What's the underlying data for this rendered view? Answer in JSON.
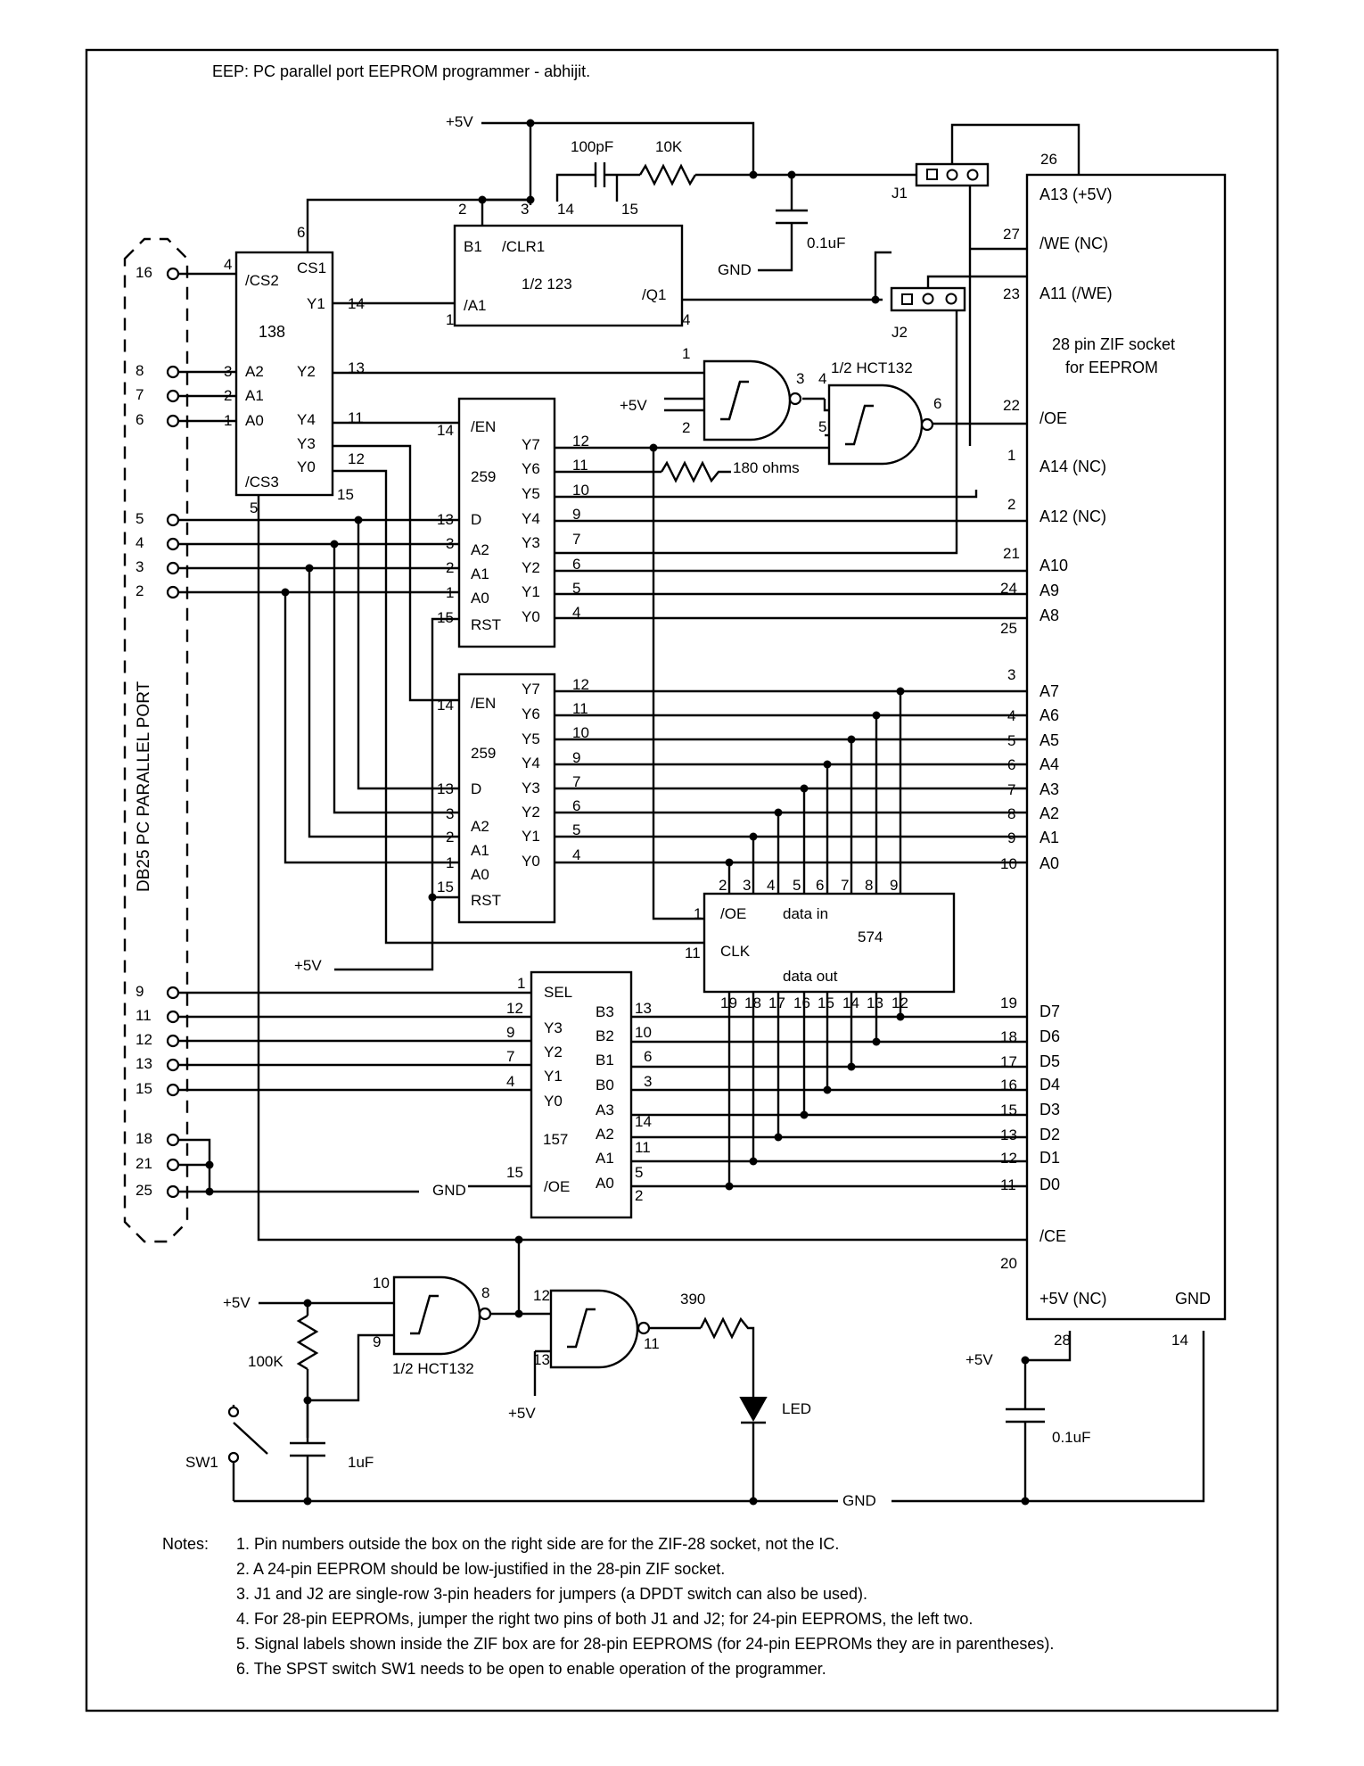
{
  "title": "EEP:  PC parallel port EEPROM programmer - abhijit.",
  "db25": {
    "label": "DB25 PC PARALLEL PORT",
    "pins": [
      "16",
      "8",
      "7",
      "6",
      "5",
      "4",
      "3",
      "2",
      "9",
      "11",
      "12",
      "13",
      "15",
      "18",
      "21",
      "25"
    ]
  },
  "ic138": {
    "name": "138",
    "pin_labels": [
      "/CS2",
      "CS1",
      "Y1",
      "A2",
      "Y2",
      "A1",
      "A0",
      "Y4",
      "Y3",
      "Y0",
      "/CS3"
    ],
    "pin_numbers": [
      "4",
      "6",
      "14",
      "3",
      "13",
      "2",
      "1",
      "11",
      "12",
      "15",
      "5"
    ]
  },
  "ic123": {
    "name": "1/2 123",
    "pin_labels": [
      "B1",
      "/CLR1",
      "/A1",
      "/Q1"
    ],
    "pin_numbers": [
      "2",
      "3",
      "14",
      "15",
      "1",
      "4"
    ]
  },
  "components": {
    "vcc": "+5V",
    "gnd": "GND",
    "c_timing": "100pF",
    "r_timing": "10K",
    "c_decouple1": "0.1uF",
    "c_decouple2": "0.1uF",
    "r_180": "180 ohms",
    "r_pullup": "100K",
    "c_reset": "1uF",
    "r_led": "390",
    "led": "LED",
    "switch": "SW1",
    "j1": "J1",
    "j2": "J2"
  },
  "hct132_top": {
    "name": "1/2 HCT132",
    "pins": [
      "1",
      "2",
      "3",
      "4",
      "5",
      "6"
    ]
  },
  "hct132_bottom": {
    "name": "1/2 HCT132",
    "pins": [
      "10",
      "9",
      "8",
      "12",
      "13",
      "11"
    ]
  },
  "ic259_a": {
    "name": "259",
    "left_labels": [
      "/EN",
      "D",
      "A2",
      "A1",
      "A0",
      "RST"
    ],
    "left_pins": [
      "14",
      "13",
      "3",
      "2",
      "1",
      "15"
    ],
    "right_labels": [
      "Y7",
      "Y6",
      "Y5",
      "Y4",
      "Y3",
      "Y2",
      "Y1",
      "Y0"
    ],
    "right_pins": [
      "12",
      "11",
      "10",
      "9",
      "7",
      "6",
      "5",
      "4"
    ]
  },
  "ic259_b": {
    "name": "259",
    "left_labels": [
      "/EN",
      "D",
      "A2",
      "A1",
      "A0",
      "RST"
    ],
    "left_pins": [
      "14",
      "13",
      "3",
      "2",
      "1",
      "15"
    ],
    "right_labels": [
      "Y7",
      "Y6",
      "Y5",
      "Y4",
      "Y3",
      "Y2",
      "Y1",
      "Y0"
    ],
    "right_pins": [
      "12",
      "11",
      "10",
      "9",
      "7",
      "6",
      "5",
      "4"
    ]
  },
  "ic574": {
    "name": "574",
    "labels": [
      "/OE",
      "data in",
      "CLK",
      "data out"
    ],
    "left_pins": [
      "1",
      "11"
    ],
    "top_pins": [
      "2",
      "3",
      "4",
      "5",
      "6",
      "7",
      "8",
      "9"
    ],
    "bottom_pins": [
      "19",
      "18",
      "17",
      "16",
      "15",
      "14",
      "13",
      "12"
    ]
  },
  "ic157": {
    "name": "157",
    "left_labels": [
      "SEL",
      "Y3",
      "Y2",
      "Y1",
      "Y0",
      "/OE"
    ],
    "left_pins": [
      "1",
      "12",
      "9",
      "7",
      "4",
      "15"
    ],
    "right_labels": [
      "B3",
      "B2",
      "B1",
      "B0",
      "A3",
      "A2",
      "A1",
      "A0"
    ],
    "right_pins": [
      "13",
      "10",
      "6",
      "3",
      "14",
      "11",
      "5",
      "2"
    ]
  },
  "zif": {
    "title_line1": "28 pin ZIF socket",
    "title_line2": "for EEPROM",
    "top_pin": "26",
    "labels": [
      "A13 (+5V)",
      "/WE (NC)",
      "A11 (/WE)",
      "/OE",
      "A14 (NC)",
      "A12 (NC)",
      "A10",
      "A9",
      "A8",
      "A7",
      "A6",
      "A5",
      "A4",
      "A3",
      "A2",
      "A1",
      "A0",
      "D7",
      "D6",
      "D5",
      "D4",
      "D3",
      "D2",
      "D1",
      "D0",
      "/CE",
      "+5V (NC)",
      "GND"
    ],
    "pins": [
      "27",
      "23",
      "22",
      "1",
      "2",
      "21",
      "24",
      "25",
      "3",
      "4",
      "5",
      "6",
      "7",
      "8",
      "9",
      "10",
      "19",
      "18",
      "17",
      "16",
      "15",
      "13",
      "12",
      "11",
      "20",
      "28",
      "14"
    ]
  },
  "notes": {
    "heading": "Notes:",
    "items": [
      "1. Pin numbers outside the box on the right side are for the ZIF-28 socket, not the IC.",
      "2. A 24-pin EEPROM should be low-justified in the 28-pin ZIF socket.",
      "3. J1 and J2 are single-row 3-pin headers for jumpers (a DPDT switch can also be used).",
      "4. For 28-pin EEPROMs, jumper the right two pins of both J1 and J2; for 24-pin EEPROMS, the left two.",
      "5. Signal labels shown inside the ZIF box are for 28-pin EEPROMS (for 24-pin EEPROMs they are in parentheses).",
      "6. The SPST switch SW1 needs to be open to enable operation of the programmer."
    ]
  }
}
